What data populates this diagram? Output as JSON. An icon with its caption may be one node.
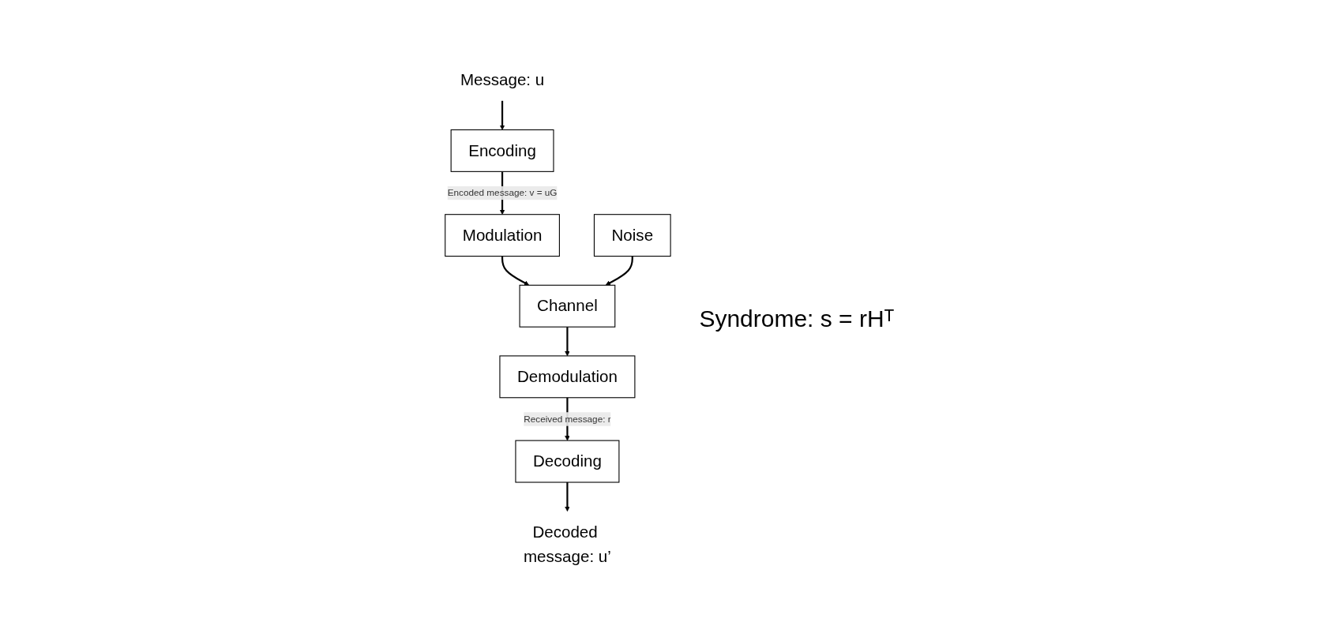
{
  "diagram": {
    "nodes": [
      {
        "text": [
          "Message: u"
        ]
      },
      {
        "text": [
          "Encoding"
        ]
      },
      {
        "text": [
          "Modulation"
        ]
      },
      {
        "text": [
          "Noise"
        ]
      },
      {
        "text": [
          "Channel"
        ]
      },
      {
        "text": [
          "Demodulation"
        ]
      },
      {
        "text": [
          "Decoding"
        ]
      },
      {
        "text": [
          "Decoded message: u’"
        ]
      }
    ],
    "edges": [
      {
        "from": 0,
        "to": 1,
        "arrow": "to"
      },
      {
        "from": 1,
        "to": 2,
        "arrow": "to",
        "label": "Encoded message: v = uG"
      },
      {
        "from": 2,
        "to": 4,
        "arrow": "to"
      },
      {
        "from": 3,
        "to": 4,
        "arrow": "to"
      },
      {
        "from": 4,
        "to": 5,
        "arrow": "to"
      },
      {
        "from": 5,
        "to": 6,
        "arrow": "to",
        "label": "Received message: r"
      },
      {
        "from": 6,
        "to": 7,
        "arrow": "to"
      }
    ],
    "labels": [
      "Syndrome: s = rHᵀ"
    ]
  }
}
